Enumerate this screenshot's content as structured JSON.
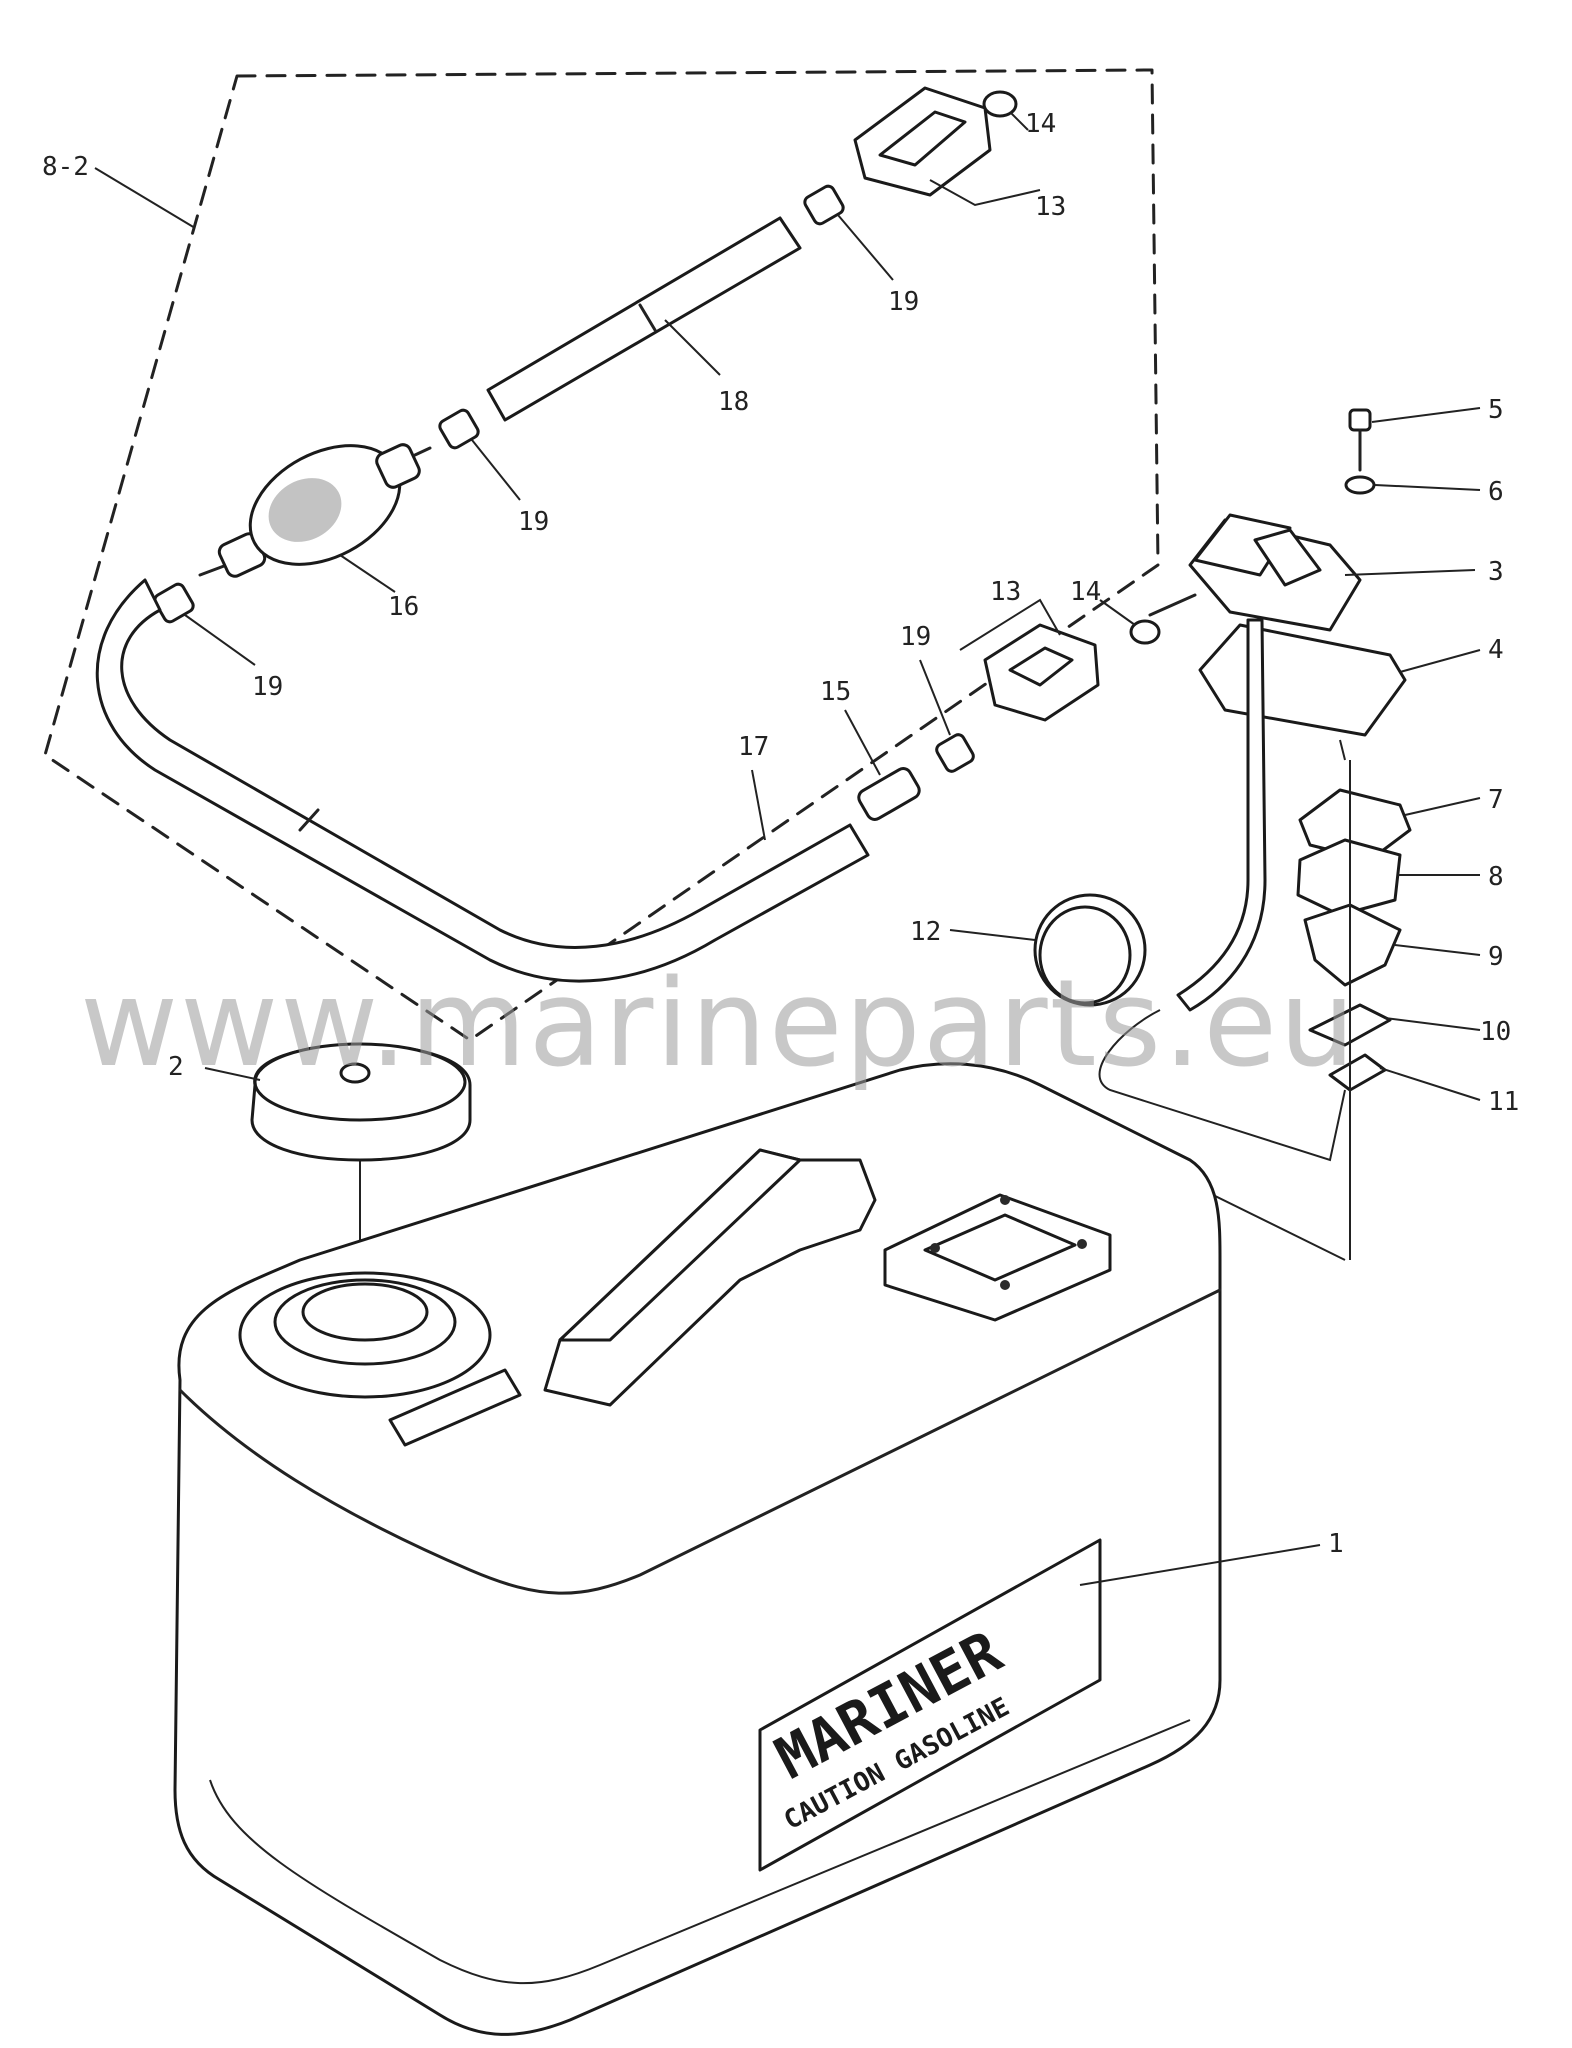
{
  "callouts": {
    "c1": "1",
    "c2": "2",
    "c3": "3",
    "c4": "4",
    "c5": "5",
    "c6": "6",
    "c7": "7",
    "c8": "8",
    "c9": "9",
    "c10": "10",
    "c11": "11",
    "c12": "12",
    "c13a": "13",
    "c13b": "13",
    "c14a": "14",
    "c14b": "14",
    "c15": "15",
    "c16": "16",
    "c17": "17",
    "c18": "18",
    "c19a": "19",
    "c19b": "19",
    "c19c": "19",
    "c19d": "19",
    "assembly": "8-2"
  },
  "tank_label": {
    "brand": "MARINER",
    "caution": "CAUTION GASOLINE"
  },
  "watermark": "www.marineparts.eu"
}
